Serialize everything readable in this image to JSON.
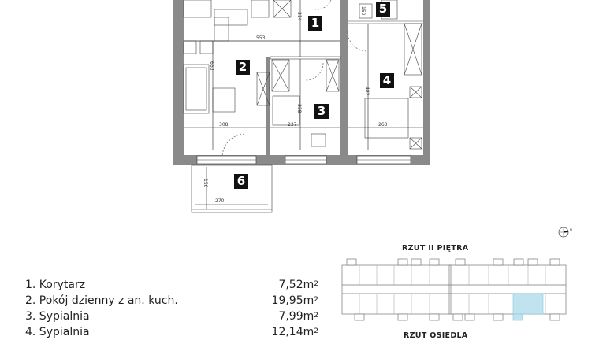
{
  "floor_plan": {
    "rooms": [
      {
        "number": "1",
        "name": "Korytarz"
      },
      {
        "number": "2",
        "name": "Pokój dzienny z an. kuch."
      },
      {
        "number": "3",
        "name": "Sypialnia"
      },
      {
        "number": "4",
        "name": "Sypialnia"
      },
      {
        "number": "5",
        "name": ""
      },
      {
        "number": "6",
        "name": ""
      }
    ],
    "dimensions": {
      "corridor_height": "314",
      "living_width_total": "553",
      "living_depth": "660",
      "living_width": "308",
      "bedroom3_width": "237",
      "bedroom3_depth": "338",
      "bedroom4_depth": "482",
      "bedroom4_width": "263",
      "bathroom": "150",
      "balcony_depth": "150",
      "balcony_width": "270"
    }
  },
  "legend": {
    "items": [
      {
        "label": "1. Korytarz",
        "area": "7,52",
        "unit": "m²"
      },
      {
        "label": "2. Pokój dzienny z an. kuch.",
        "area": "19,95",
        "unit": "m²"
      },
      {
        "label": "3. Sypialnia",
        "area": "7,99",
        "unit": "m²"
      },
      {
        "label": "4. Sypialnia",
        "area": "12,14",
        "unit": "m²"
      }
    ]
  },
  "key_plan": {
    "floor_title": "RZUT II PIĘTRA",
    "site_title": "RZUT OSIEDLA",
    "highlight_color": "#bfe3ef",
    "compass": "north-arrow-icon"
  }
}
